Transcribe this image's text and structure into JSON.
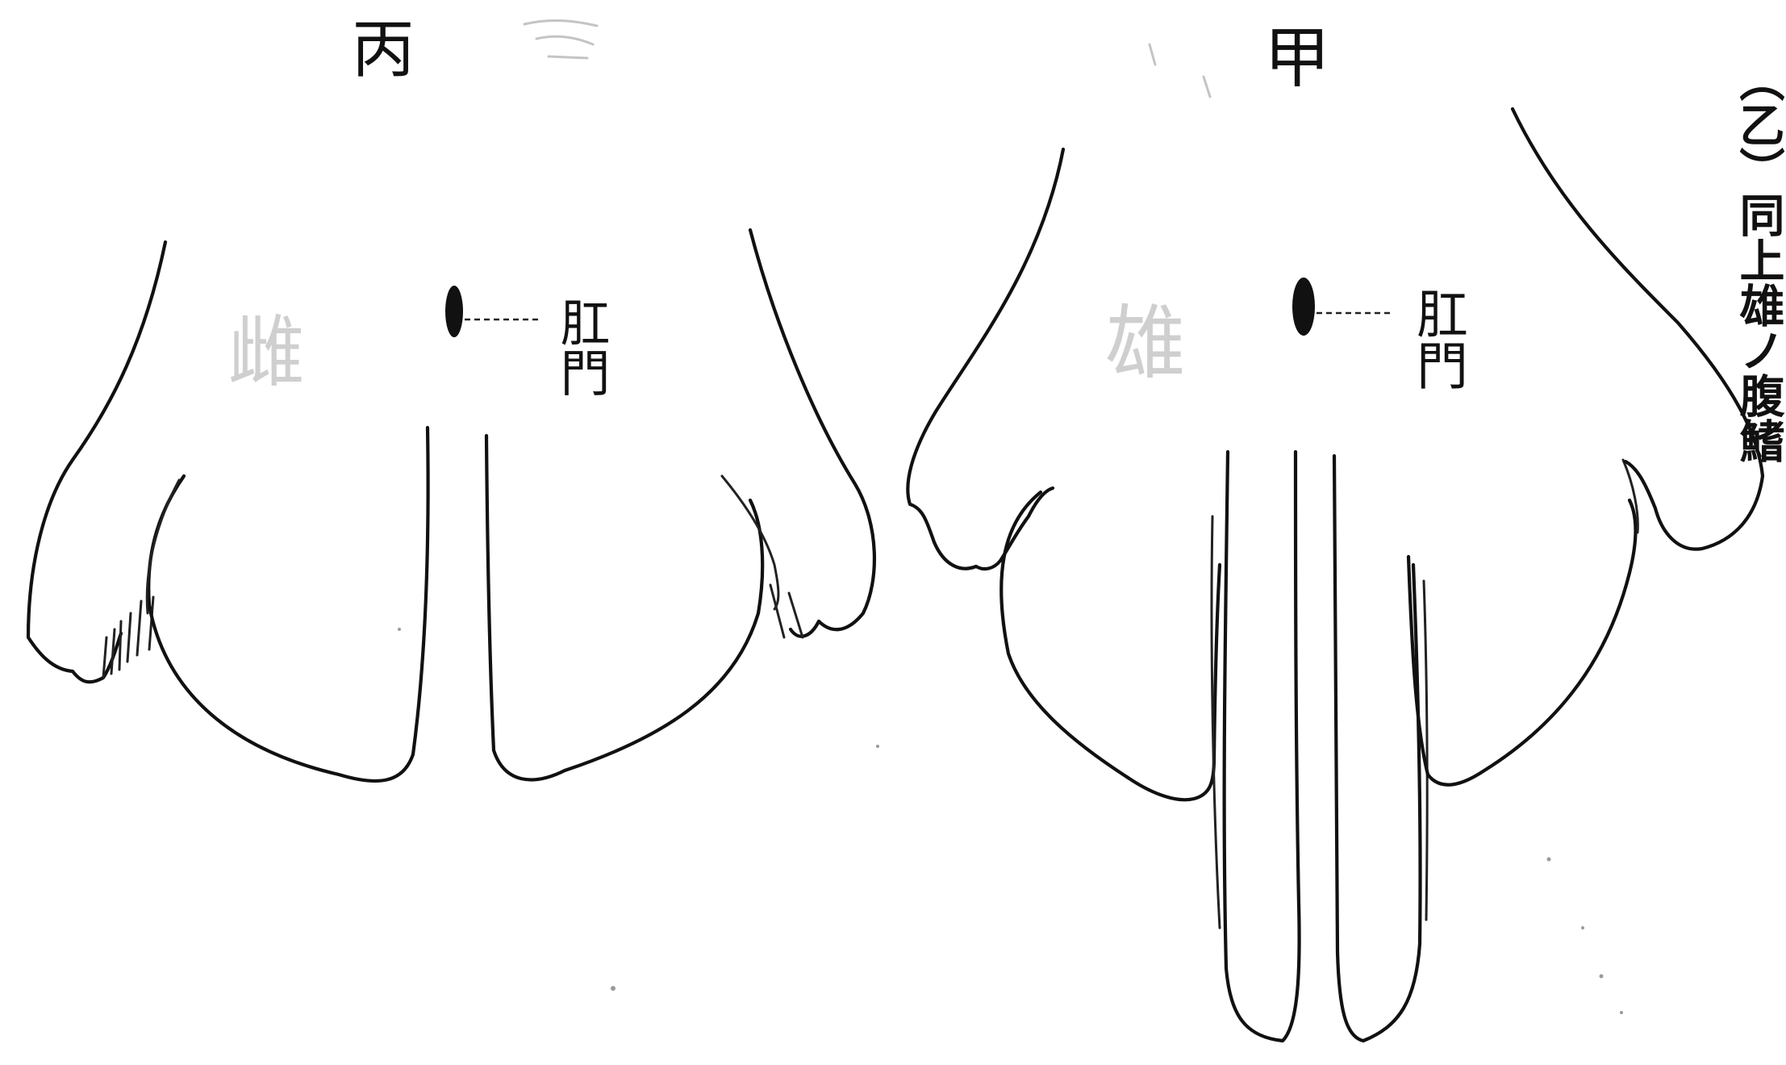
{
  "figure": {
    "caption": "（乙）同上雄ノ腹鰭",
    "left_panel": {
      "label": "丙",
      "faint_annotation": "雌",
      "anus_label": "肛門"
    },
    "right_panel": {
      "label": "甲",
      "faint_annotation": "雄",
      "anus_label": "肛門"
    }
  }
}
